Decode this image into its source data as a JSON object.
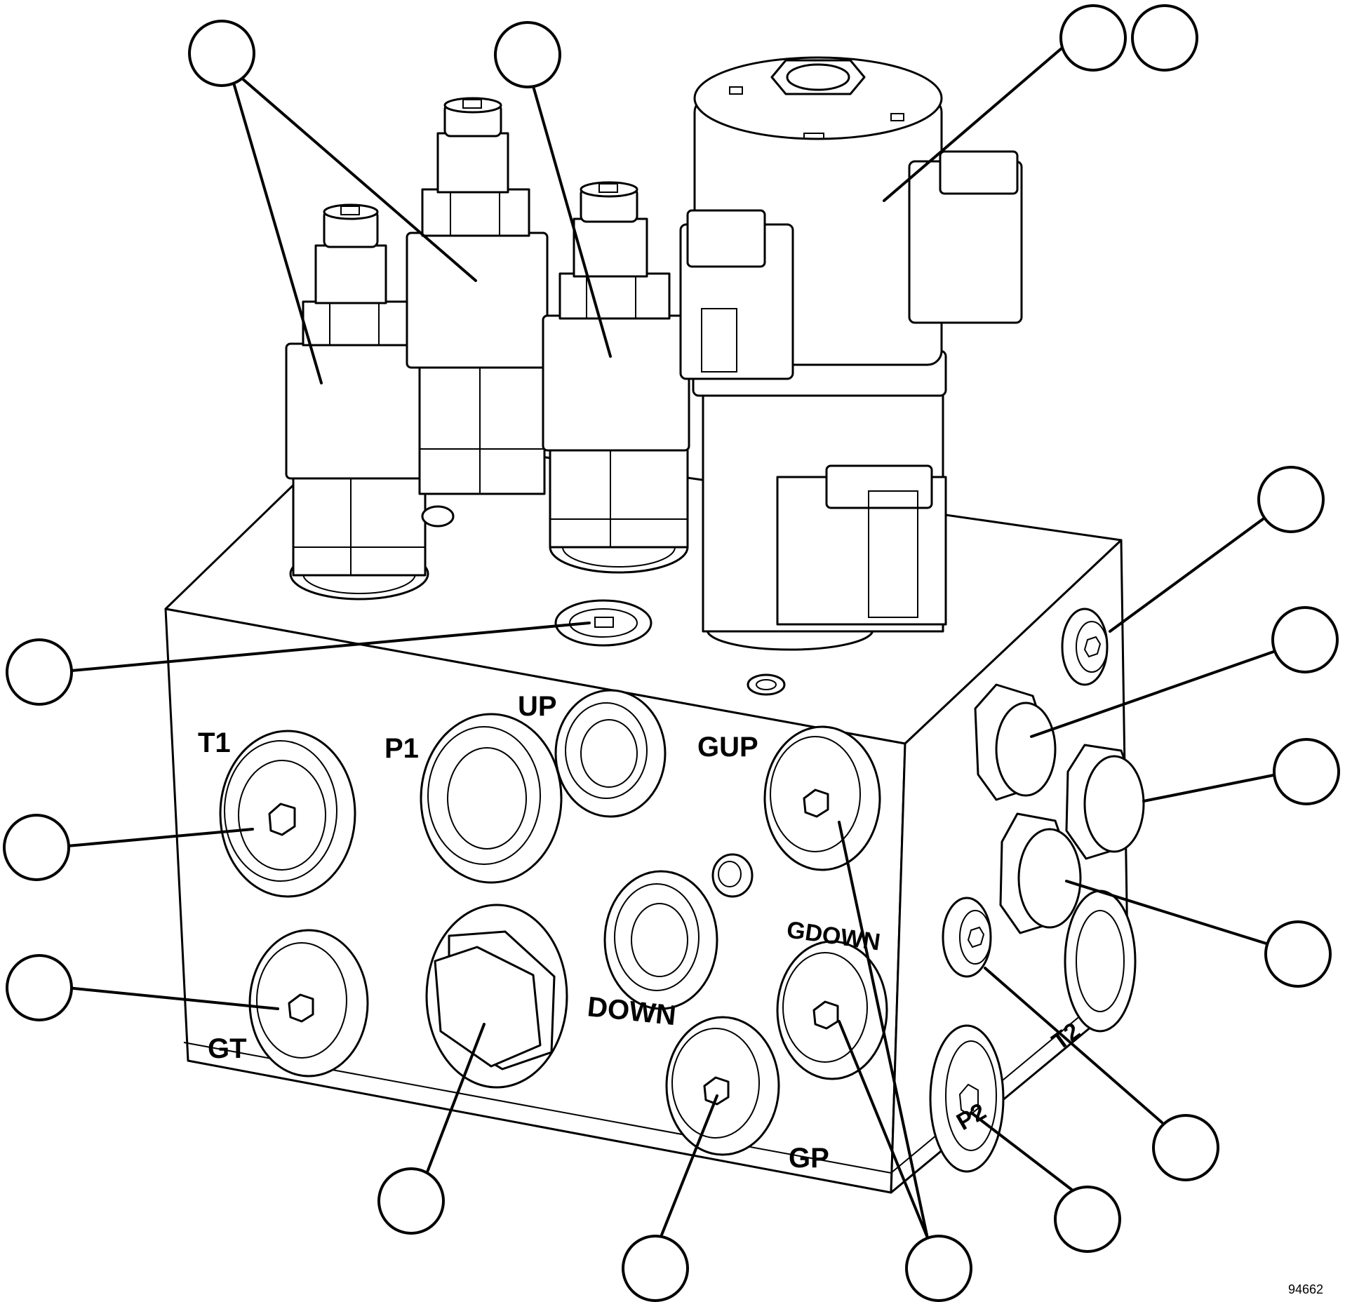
{
  "port_labels": {
    "t1": "T1",
    "p1": "P1",
    "up": "UP",
    "gup": "GUP",
    "gdown": "GDOWN",
    "down": "DOWN",
    "gt": "GT",
    "gp": "GP",
    "p2": "P2",
    "t2": "T2"
  },
  "figure_number": "94662"
}
